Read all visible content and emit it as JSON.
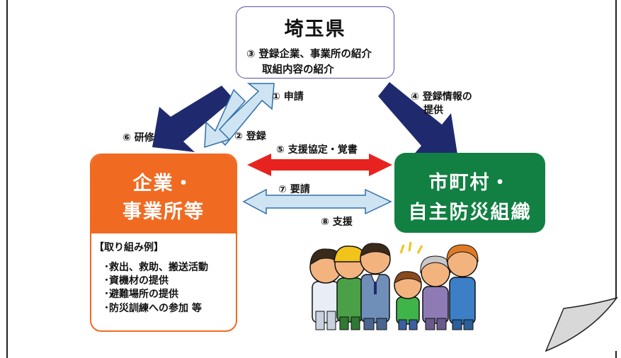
{
  "prefecture": {
    "name": "埼玉県",
    "line1": "③ 登録企業、事業所の紹介",
    "line2": "取組内容の紹介"
  },
  "business": {
    "title_line1": "企業・",
    "title_line2": "事業所等",
    "examples_title": "【取り組み例】",
    "examples": [
      "･救出、救助、搬送活動",
      "･資機材の提供",
      "･避難場所の提供",
      "･防災訓練への参加 等"
    ],
    "color": "#f06a22"
  },
  "municipality": {
    "title_line1": "市町村・",
    "title_line2": "自主防災組織",
    "color": "#128042"
  },
  "flows": {
    "apply": "① 申請",
    "register": "② 登録",
    "info_line1": "④ 登録情報の",
    "info_line2": "提供",
    "agreement": "⑤ 支援協定・覚書",
    "training": "⑥ 研修",
    "request": "⑦ 要請",
    "support": "⑧ 支援"
  },
  "colors": {
    "navy_arrow": "#1f2a6e",
    "light_arrow": "#cfe4f3",
    "light_arrow_border": "#2f6fa8",
    "red_arrow": "#e8231f"
  },
  "illustration": {
    "icon": "people-group-icon"
  }
}
